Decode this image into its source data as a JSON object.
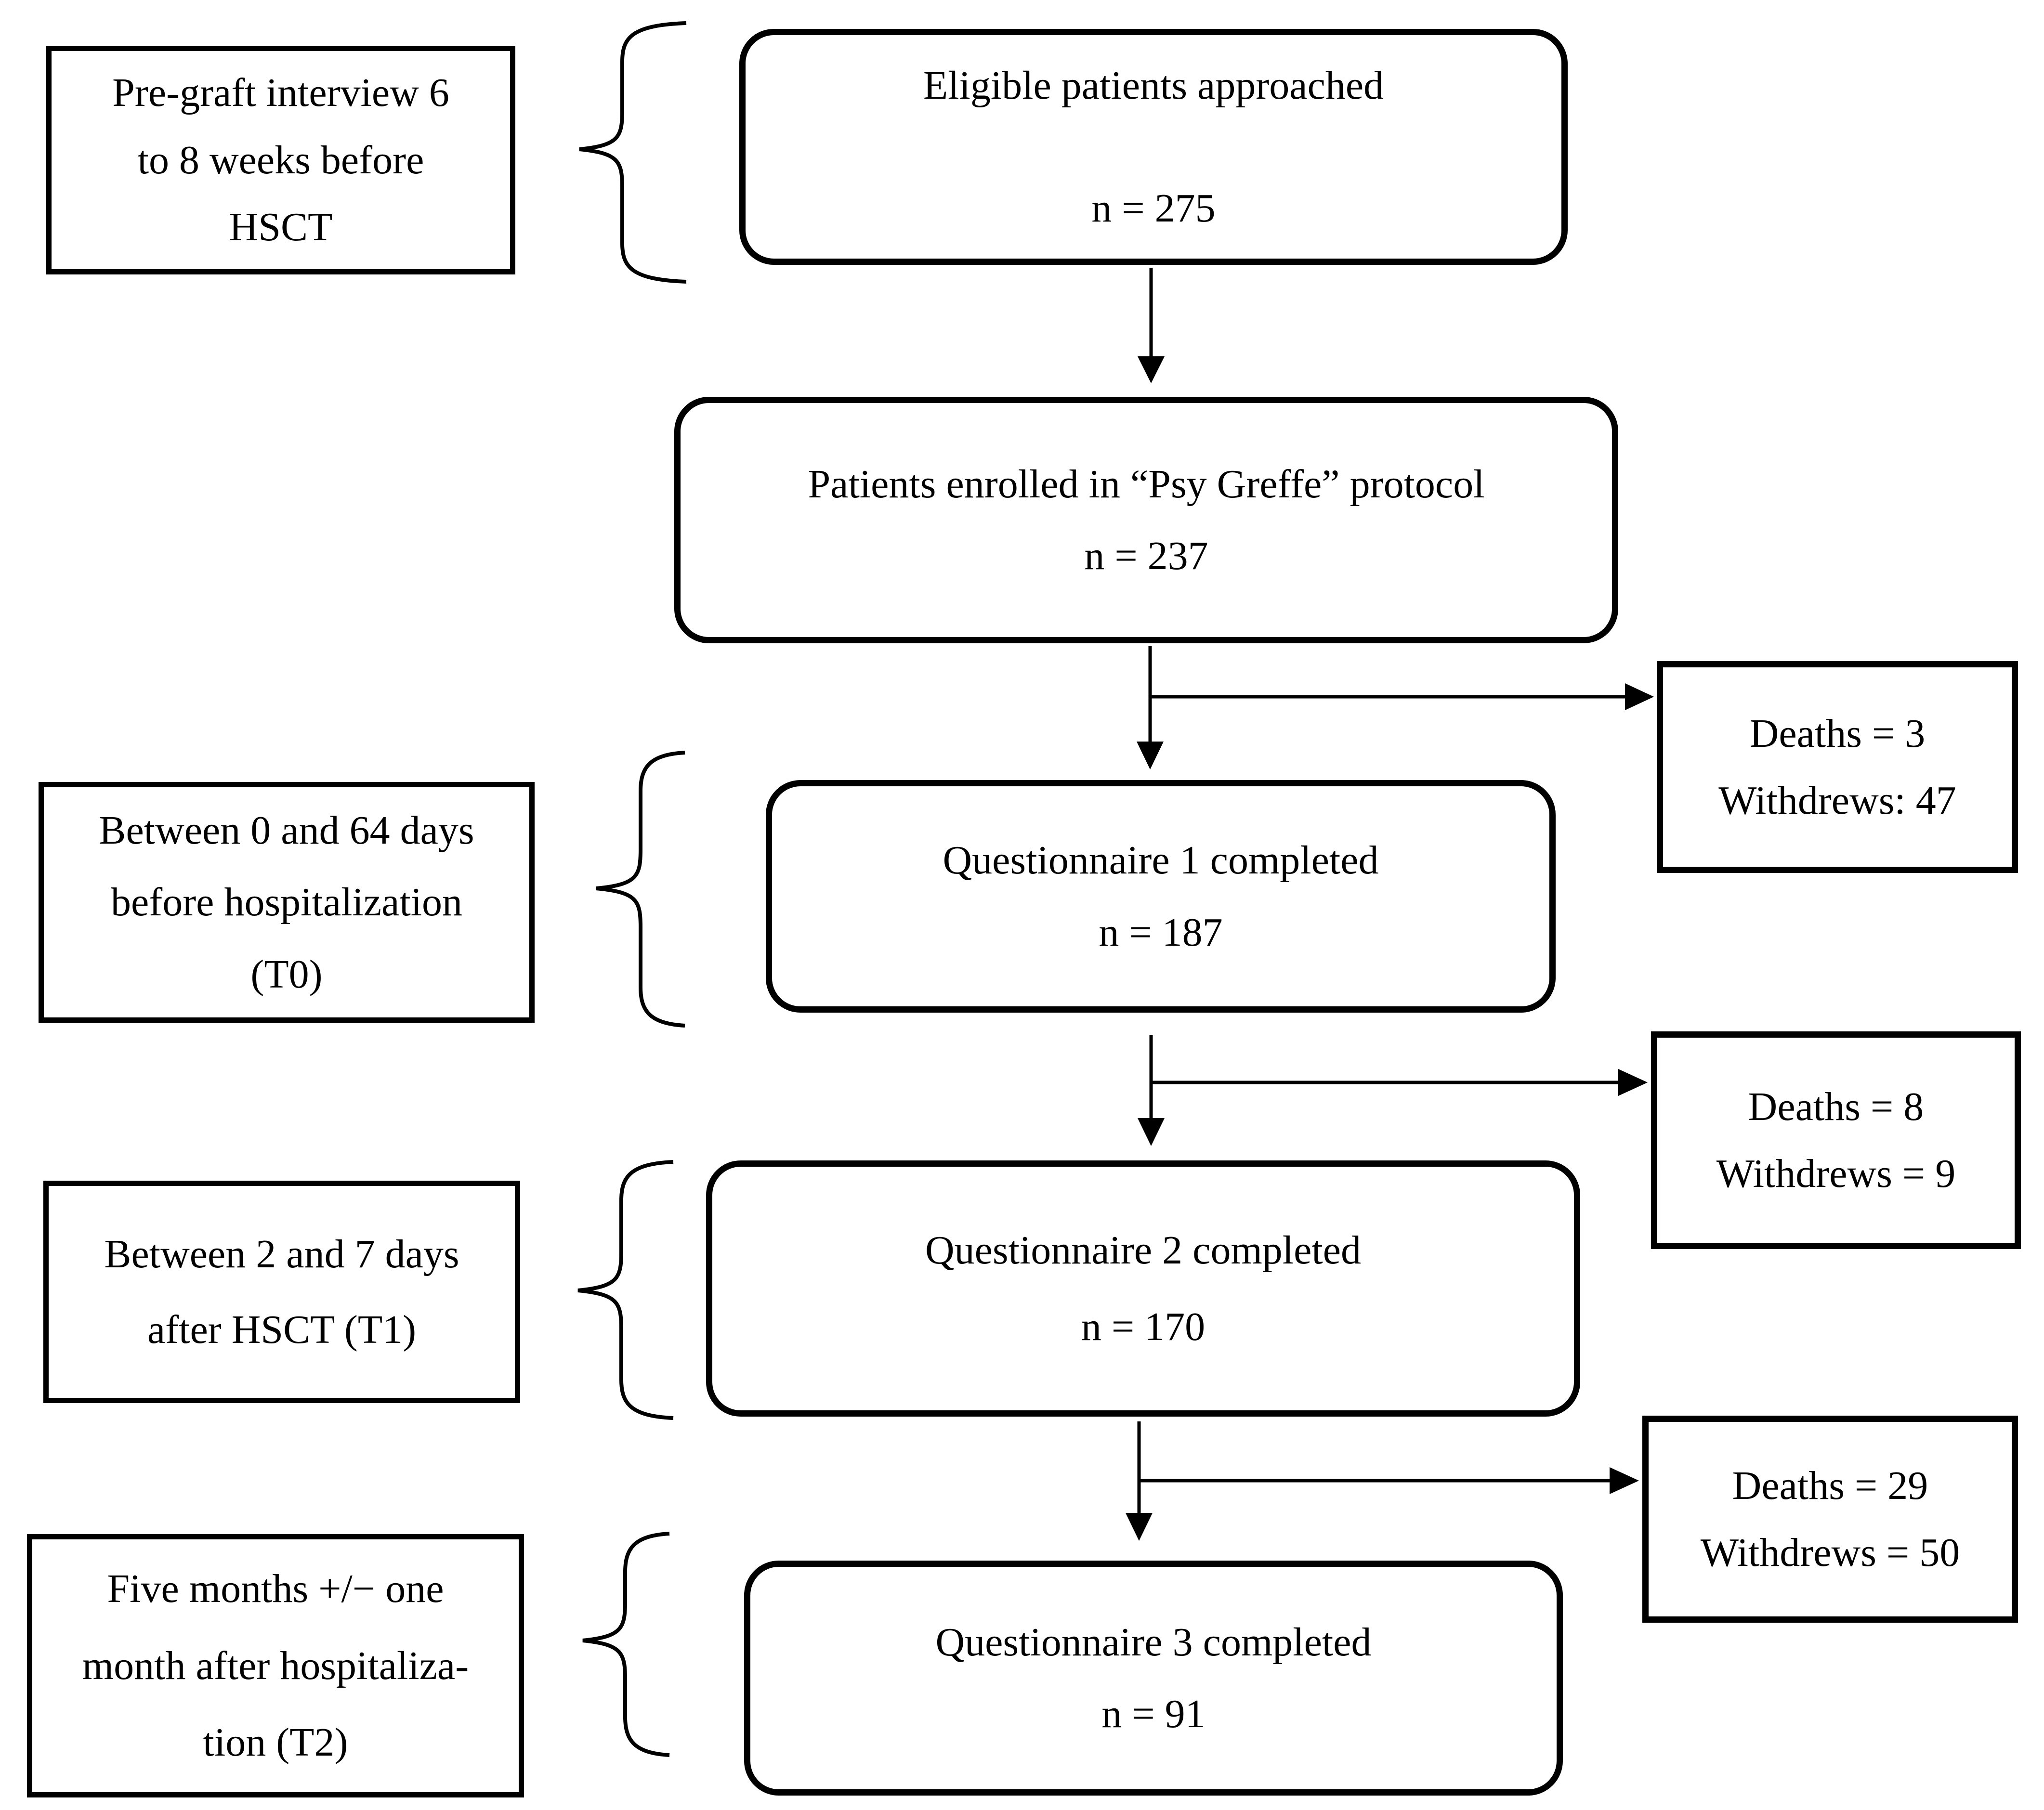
{
  "figure": {
    "colors": {
      "ink": "#000000",
      "background": "#ffffff"
    },
    "left_labels": [
      {
        "lines": [
          "Pre-graft interview 6",
          "to 8 weeks before",
          "HSCT"
        ]
      },
      {
        "lines": [
          "Between 0 and 64 days",
          "before hospitalization",
          "(T0)"
        ]
      },
      {
        "lines": [
          "Between 2 and 7 days",
          "after HSCT (T1)"
        ]
      },
      {
        "lines": [
          "Five months +/− one",
          "month after hospitaliza-",
          "tion (T2)"
        ]
      }
    ],
    "main_boxes": [
      {
        "title": "Eligible patients approached",
        "n": "n = 275"
      },
      {
        "title": "Patients enrolled in “Psy Greffe” protocol",
        "n": "n = 237"
      },
      {
        "title": "Questionnaire 1 completed",
        "n": "n = 187"
      },
      {
        "title": "Questionnaire 2 completed",
        "n": "n = 170"
      },
      {
        "title": "Questionnaire 3 completed",
        "n": "n = 91"
      }
    ],
    "side_boxes": [
      {
        "lines": [
          "Deaths = 3",
          "Withdrews: 47"
        ]
      },
      {
        "lines": [
          "Deaths = 8",
          "Withdrews = 9"
        ]
      },
      {
        "lines": [
          "Deaths = 29",
          "Withdrews = 50"
        ]
      }
    ]
  }
}
